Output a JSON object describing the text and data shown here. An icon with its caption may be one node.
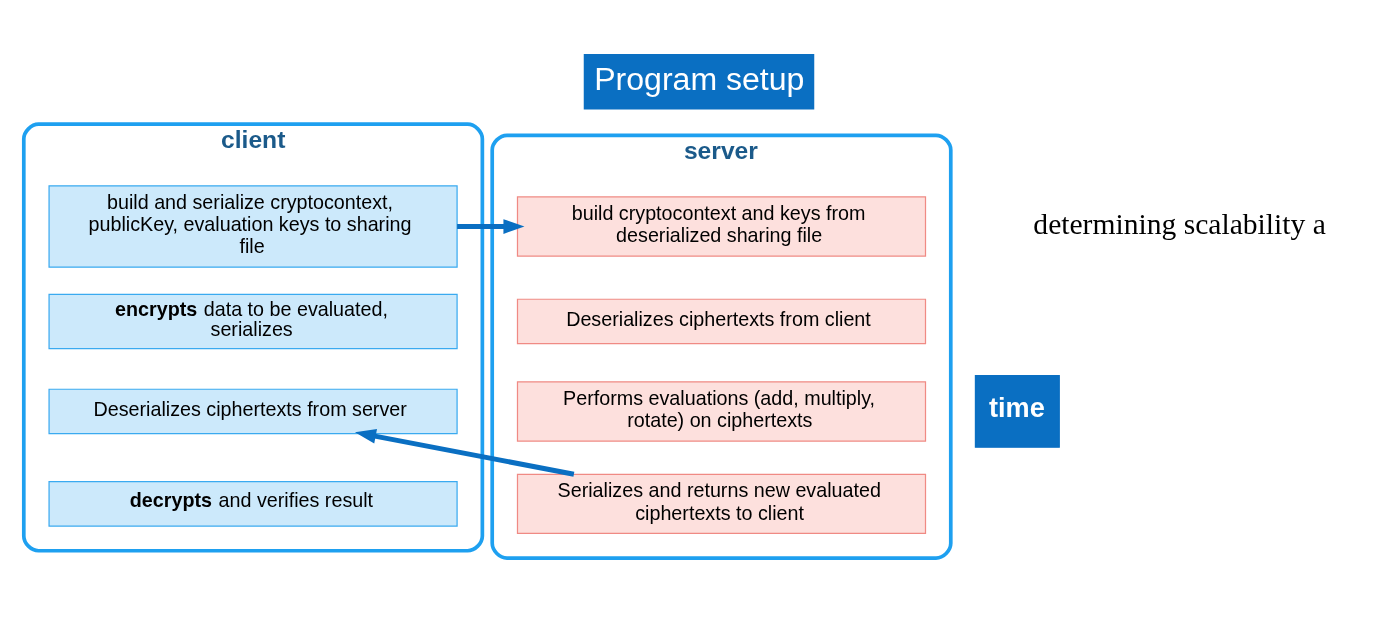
{
  "diagram": {
    "title": "Program setup",
    "nodes": [
      {
        "text": [
          "client"
        ]
      },
      {
        "text": [
          "build and serialize cryptocontext, publicKey, evaluation keys to sharing file"
        ],
        "in": 0
      },
      {
        "text": [
          "**encrypts** data to be evaluated, serializes"
        ],
        "in": 0
      },
      {
        "text": [
          "Deserializes ciphertexts from server"
        ],
        "in": 0
      },
      {
        "text": [
          "**decrypts** and verifies result"
        ],
        "in": 0
      },
      {
        "text": [
          "server"
        ]
      },
      {
        "text": [
          "build cryptocontext and keys from deserialized sharing file"
        ],
        "in": 5
      },
      {
        "text": [
          "Deserializes ciphertexts from client"
        ],
        "in": 5
      },
      {
        "text": [
          "Performs evaluations (add, multiply, rotate) on ciphertexts"
        ],
        "in": 5
      },
      {
        "text": [
          "Serializes and returns new evaluated ciphertexts to client"
        ],
        "in": 5
      }
    ],
    "edges": [
      {
        "from": 1,
        "to": 6,
        "arrow": "to"
      },
      {
        "from": 9,
        "to": 3,
        "arrow": "to"
      }
    ],
    "labels": [
      "determining scalability a",
      "time"
    ]
  }
}
